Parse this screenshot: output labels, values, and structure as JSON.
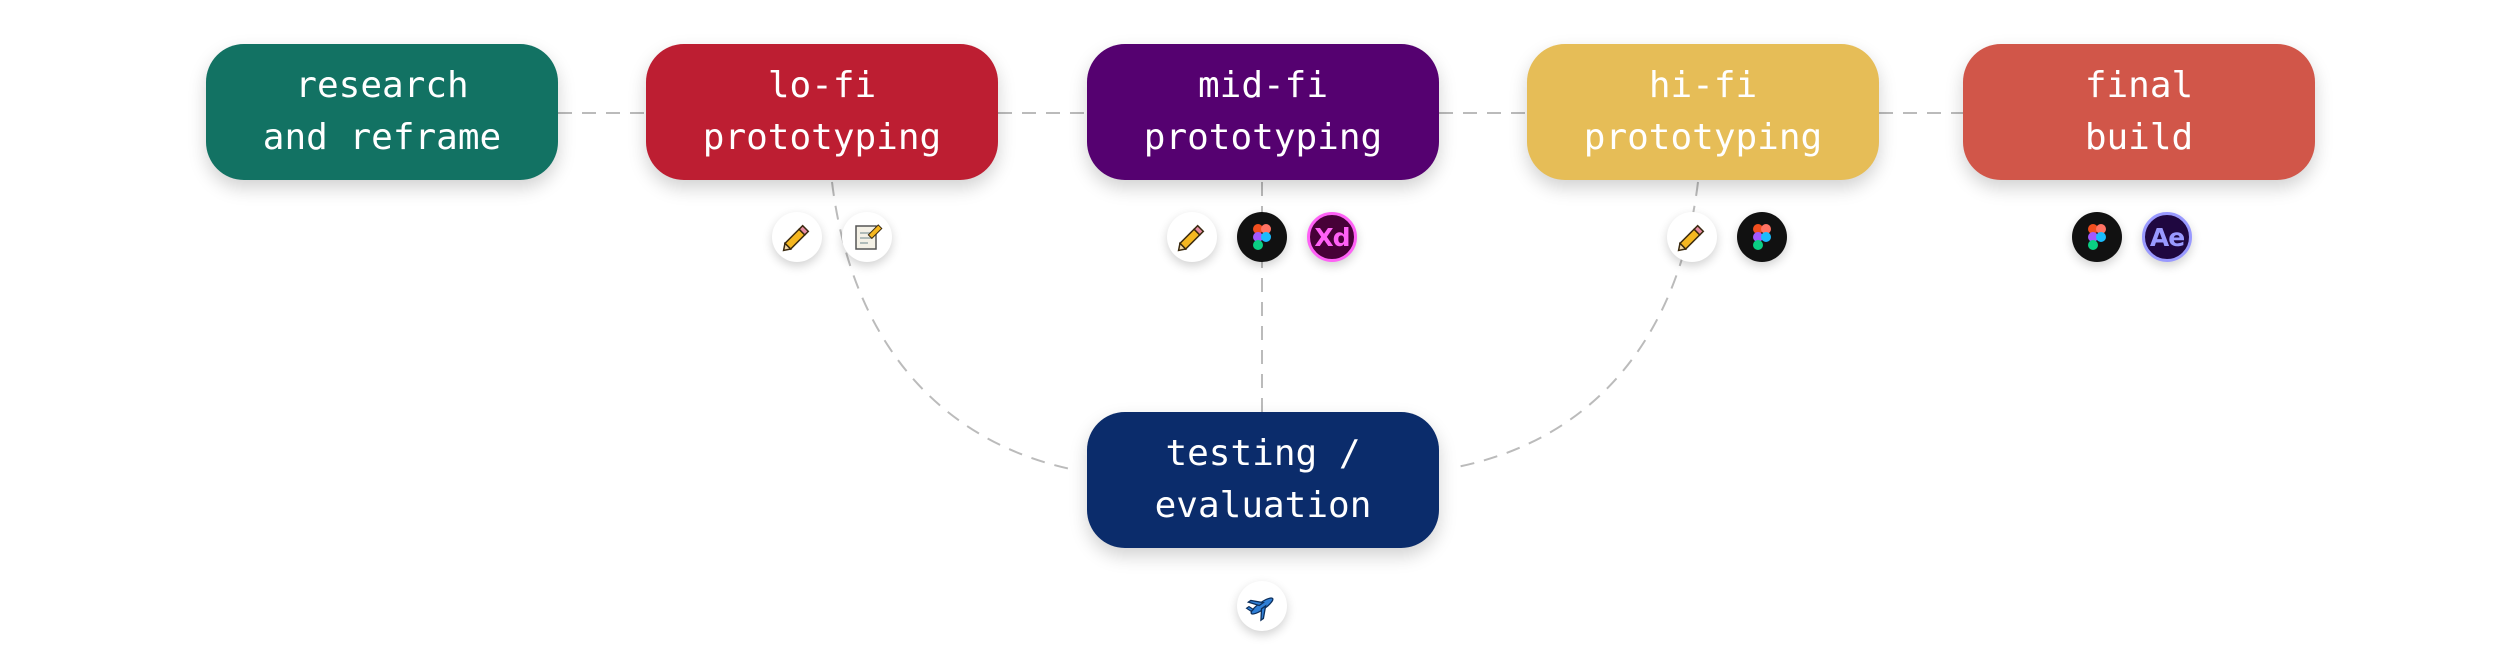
{
  "stages": [
    {
      "id": "research",
      "lines": [
        "research",
        "and reframe"
      ],
      "color": "#127263"
    },
    {
      "id": "lofi",
      "lines": [
        "lo-fi",
        "prototyping"
      ],
      "color": "#bd1e32"
    },
    {
      "id": "midfi",
      "lines": [
        "mid-fi",
        "prototyping"
      ],
      "color": "#550170"
    },
    {
      "id": "hifi",
      "lines": [
        "hi-fi",
        "prototyping"
      ],
      "color": "#e6bd57"
    },
    {
      "id": "final",
      "lines": [
        "final",
        "build"
      ],
      "color": "#d15649"
    },
    {
      "id": "testing",
      "lines": [
        "testing /",
        "evaluation"
      ],
      "color": "#0b2c6b"
    }
  ],
  "tools": {
    "lofi": [
      "pencil-icon",
      "notepad-icon"
    ],
    "midfi": [
      "pencil-icon",
      "figma-icon",
      "adobe-xd-icon"
    ],
    "hifi": [
      "pencil-icon",
      "figma-icon"
    ],
    "final": [
      "figma-icon",
      "after-effects-icon"
    ],
    "testing": [
      "airplane-icon"
    ]
  },
  "tool_labels": {
    "xd": "Xd",
    "ae": "Ae"
  },
  "colors": {
    "connector": "#bbbbbb",
    "xd_text": "#ff61f6",
    "ae_text": "#9999ff"
  }
}
